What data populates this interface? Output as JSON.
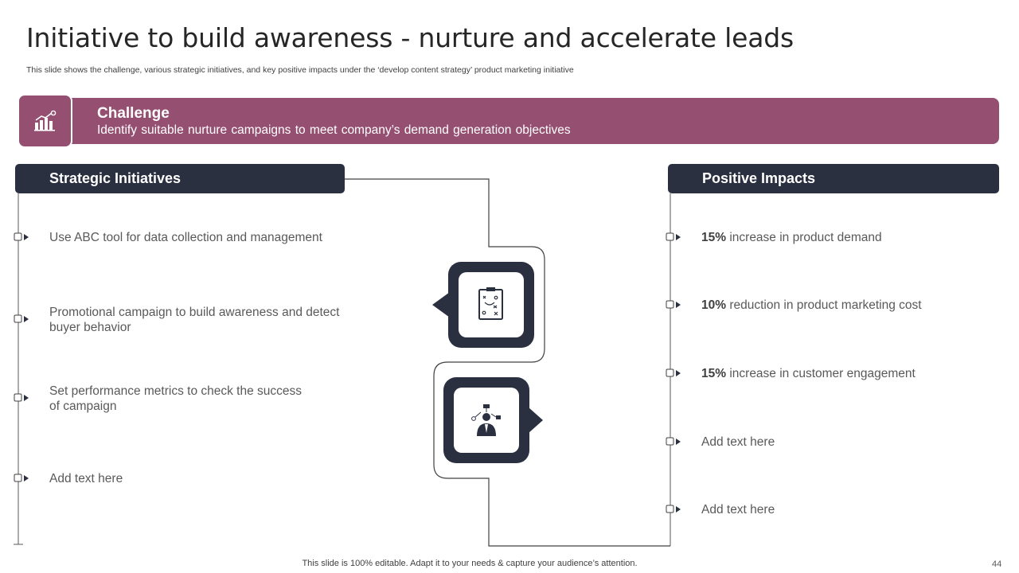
{
  "slide": {
    "title": "Initiative to build awareness - nurture and accelerate leads",
    "subtitle": "This slide shows the challenge, various strategic initiatives, and key positive impacts under the ‘develop content strategy’ product marketing initiative",
    "page_number": "44",
    "footer": "This slide is 100% editable. Adapt it to your needs & capture your audience’s attention."
  },
  "challenge": {
    "heading": "Challenge",
    "text": "Identify  suitable nurture  campaigns to meet company’s demand generation objectives",
    "icon": "growth-chart-icon"
  },
  "strategic": {
    "header": "Strategic Initiatives",
    "items": [
      {
        "line1": "Use ABC tool for data collection and management",
        "line2": ""
      },
      {
        "line1": "Promotional campaign to build awareness and detect",
        "line2": "buyer behavior"
      },
      {
        "line1": "Set performance metrics to check the success",
        "line2": "of campaign"
      },
      {
        "line1": "Add text here",
        "line2": ""
      }
    ]
  },
  "impacts": {
    "header": "Positive Impacts",
    "items": [
      {
        "value": "15%",
        "text": " increase in product demand"
      },
      {
        "value": "10%",
        "text": " reduction in product marketing cost"
      },
      {
        "value": "15%",
        "text": " increase in customer engagement"
      },
      {
        "value": "",
        "text": "Add text here"
      },
      {
        "value": "",
        "text": "Add text here"
      }
    ]
  },
  "center_icons": [
    "strategy-board-icon",
    "businessman-network-icon"
  ],
  "colors": {
    "accent": "#944f71",
    "dark": "#2b3040",
    "text": "#595959"
  }
}
